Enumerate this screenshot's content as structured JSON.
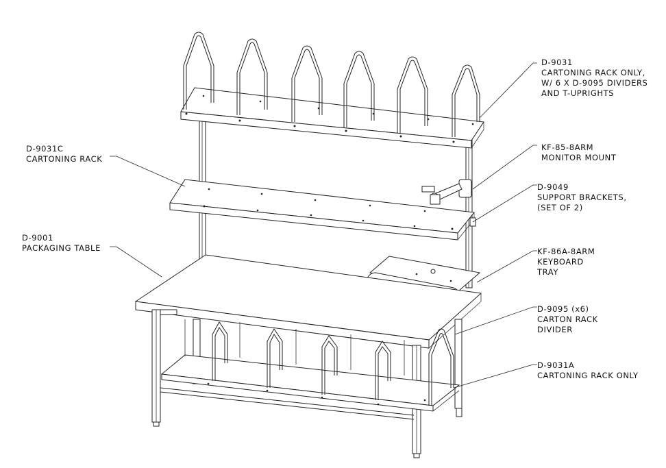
{
  "drawing": {
    "callouts": [
      {
        "id": "d9031",
        "lines": [
          "D-9031",
          "CARTONING RACK ONLY,",
          "W/ 6 X D-9095 DIVIDERS",
          "AND T-UPRIGHTS"
        ]
      },
      {
        "id": "d9031c",
        "lines": [
          "D-9031C",
          "CARTONING RACK"
        ]
      },
      {
        "id": "kf85",
        "lines": [
          "KF-85-8ARM",
          "MONITOR MOUNT"
        ]
      },
      {
        "id": "d9049",
        "lines": [
          "D-9049",
          "SUPPORT BRACKETS,",
          "(SET OF 2)"
        ]
      },
      {
        "id": "d9001",
        "lines": [
          "D-9001",
          "PACKAGING TABLE"
        ]
      },
      {
        "id": "kf86",
        "lines": [
          "KF-86A-8ARM",
          "KEYBOARD",
          "TRAY"
        ]
      },
      {
        "id": "d9095",
        "lines": [
          "D-9095 (x6)",
          "CARTON RACK",
          "DIVIDER"
        ]
      },
      {
        "id": "d9031a",
        "lines": [
          "D-9031A",
          "CARTONING RACK ONLY"
        ]
      }
    ]
  }
}
